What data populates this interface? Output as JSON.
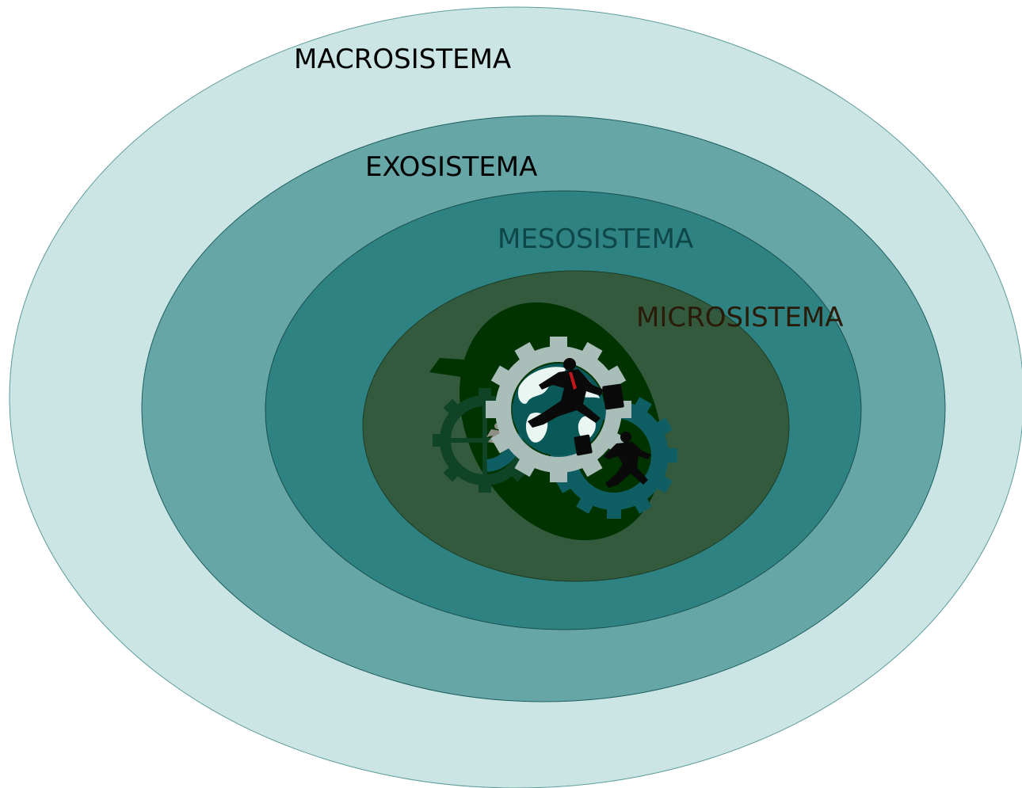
{
  "diagram": {
    "layers": [
      {
        "id": "macro",
        "label": "MACROSISTEMA",
        "fill": "#cbe5e4",
        "text_color": "#000000"
      },
      {
        "id": "exo",
        "label": "EXOSISTEMA",
        "fill": "#67a6a6",
        "text_color": "#000000"
      },
      {
        "id": "meso",
        "label": "MESOSISTEMA",
        "fill": "#2f8282",
        "text_color": "#0e4748"
      },
      {
        "id": "micro",
        "label": "MICROSISTEMA",
        "fill": "#345a3e",
        "text_color_dark": "#2a1a08",
        "text_color_light": "#000000"
      }
    ],
    "illustration": {
      "icon": "gears-running-businessmen-globe-icon",
      "colors": {
        "blob": "#003300",
        "gear_light": "#a9bdb9",
        "gear_teal": "#0f5e64",
        "gear_dark": "#0f4526",
        "globe_water": "#0a5959",
        "globe_land": "#e9f6f2",
        "figure": "#0a0a0a",
        "tie": "#c0161c"
      }
    }
  }
}
